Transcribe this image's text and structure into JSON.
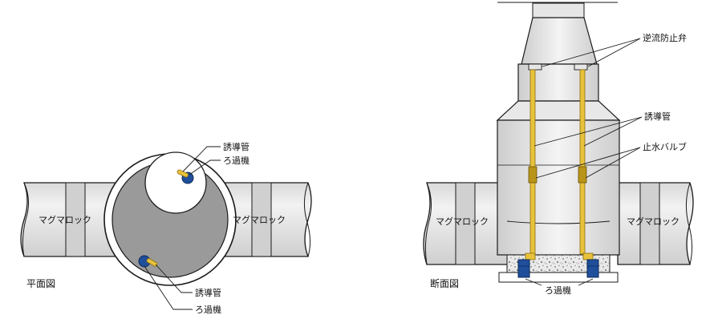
{
  "plan": {
    "title": "平面図",
    "pipe_left_label": "マグマロック",
    "pipe_right_label": "マグマロック",
    "callout_top_1": "誘導管",
    "callout_top_2": "ろ過機",
    "callout_bottom_1": "誘導管",
    "callout_bottom_2": "ろ過機"
  },
  "section": {
    "title": "断面図",
    "pipe_left_label": "マグマロック",
    "pipe_right_label": "マグマロック",
    "check_valve": "逆流防止弁",
    "guide_pipe": "誘導管",
    "stop_valve": "止水バルブ",
    "filter": "ろ過機"
  },
  "colors": {
    "pipe_fill": "#e6e6e6",
    "pipe_shade": "#cfcfcf",
    "manhole_fill": "#9a9a9a",
    "guide_tube": "#e8c23a",
    "filter_blue": "#1f4f9a",
    "line": "#1a1a1a"
  }
}
